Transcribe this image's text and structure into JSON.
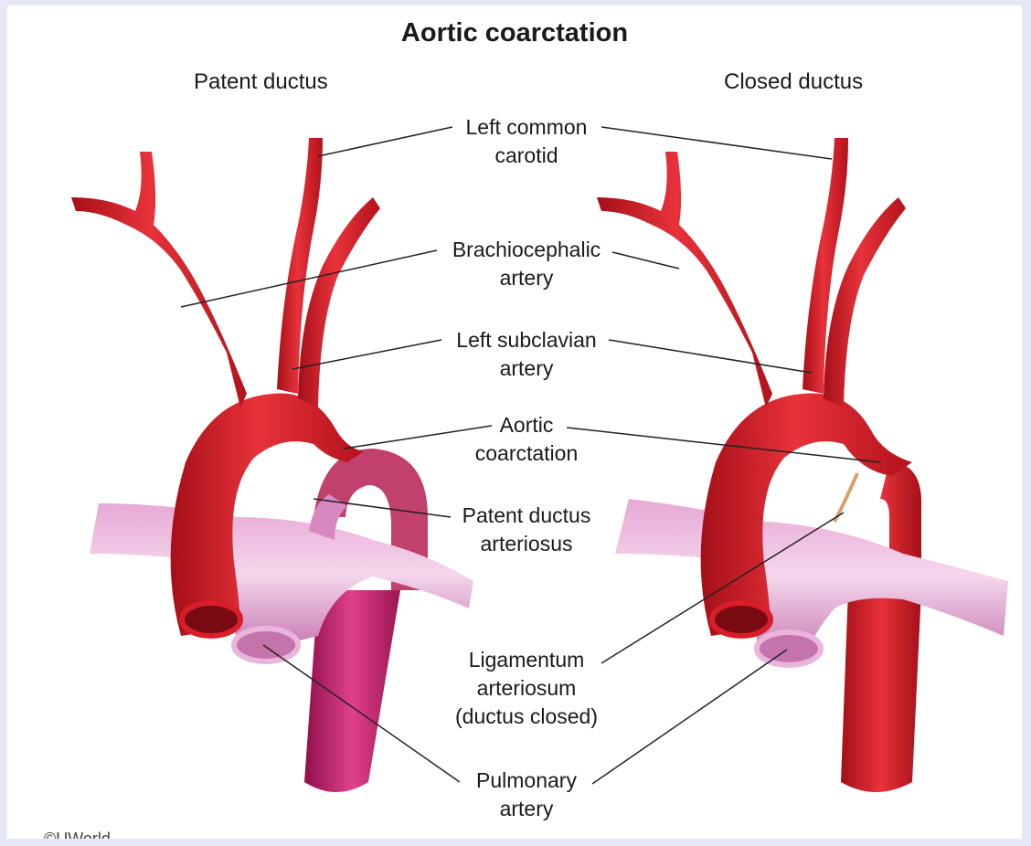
{
  "title": "Aortic coarctation",
  "subtitles": {
    "left": "Patent ductus",
    "right": "Closed ductus"
  },
  "labels": {
    "left_common_carotid": [
      "Left common",
      "carotid"
    ],
    "brachiocephalic_artery": [
      "Brachiocephalic",
      "artery"
    ],
    "left_subclavian_artery": [
      "Left subclavian",
      "artery"
    ],
    "aortic_coarctation": [
      "Aortic",
      "coarctation"
    ],
    "patent_ductus_arteriosus": [
      "Patent ductus",
      "arteriosus"
    ],
    "ligamentum_arteriosum": [
      "Ligamentum",
      "arteriosum",
      "(ductus closed)"
    ],
    "pulmonary_artery": [
      "Pulmonary",
      "artery"
    ]
  },
  "copyright": "©UWorld",
  "colors": {
    "page_border": "#e6e8f8",
    "aorta": "#d81e28",
    "aorta_dark": "#a50f18",
    "pulmonary": "#d990c8",
    "pulmonary_light": "#f2cfe8",
    "descending_pulmonary": "#c2206e",
    "ligamentum": "#d9a06e",
    "leader_line": "#222222"
  }
}
